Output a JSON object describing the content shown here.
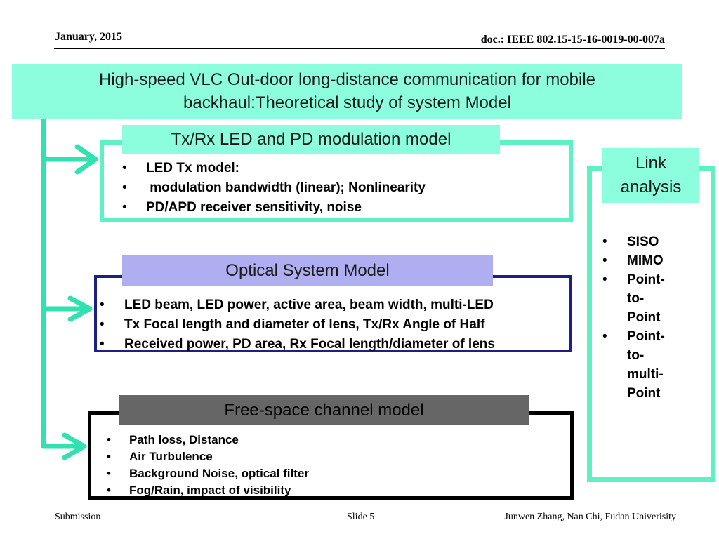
{
  "header": {
    "date": "January, 2015",
    "doc_id": "doc.: IEEE 802.15-15-16-0019-00-007a"
  },
  "title": {
    "line1": "High-speed VLC Out-door long-distance communication for mobile",
    "line2": "backhaul:Theoretical study of system Model"
  },
  "tx_rx_model": {
    "heading": "Tx/Rx LED and PD modulation model",
    "items": [
      "LED Tx model:",
      " modulation bandwidth (linear); Nonlinearity",
      "PD/APD receiver sensitivity, noise"
    ]
  },
  "optical_model": {
    "heading": "Optical System Model",
    "items": [
      "LED beam, LED power, active area, beam width, multi-LED",
      "Tx Focal length and diameter of lens, Tx/Rx Angle of Half",
      "Received power, PD area, Rx Focal length/diameter of lens"
    ]
  },
  "free_space_model": {
    "heading": "Free-space channel model",
    "items": [
      "Path loss, Distance",
      "Air Turbulence",
      "Background Noise, optical filter",
      "Fog/Rain, impact of visibility"
    ]
  },
  "link_analysis": {
    "heading_line1": "Link",
    "heading_line2": "analysis",
    "items": [
      [
        "SISO"
      ],
      [
        "MIMO"
      ],
      [
        "Point-",
        "to-",
        "Point"
      ],
      [
        "Point-",
        "to-",
        "multi-",
        "Point"
      ]
    ]
  },
  "bullet_char": "•",
  "footer": {
    "left": "Submission",
    "center": "Slide 5",
    "right": "Junwen Zhang, Nan Chi, Fudan Univerisity"
  },
  "colors": {
    "aqua_fill": "#8cfede",
    "aqua_border": "#5ff0c4",
    "lavender_fill": "#aeaef0",
    "navy_border": "#1c1f84",
    "gray_fill": "#666666",
    "connector": "#33e0b0"
  }
}
